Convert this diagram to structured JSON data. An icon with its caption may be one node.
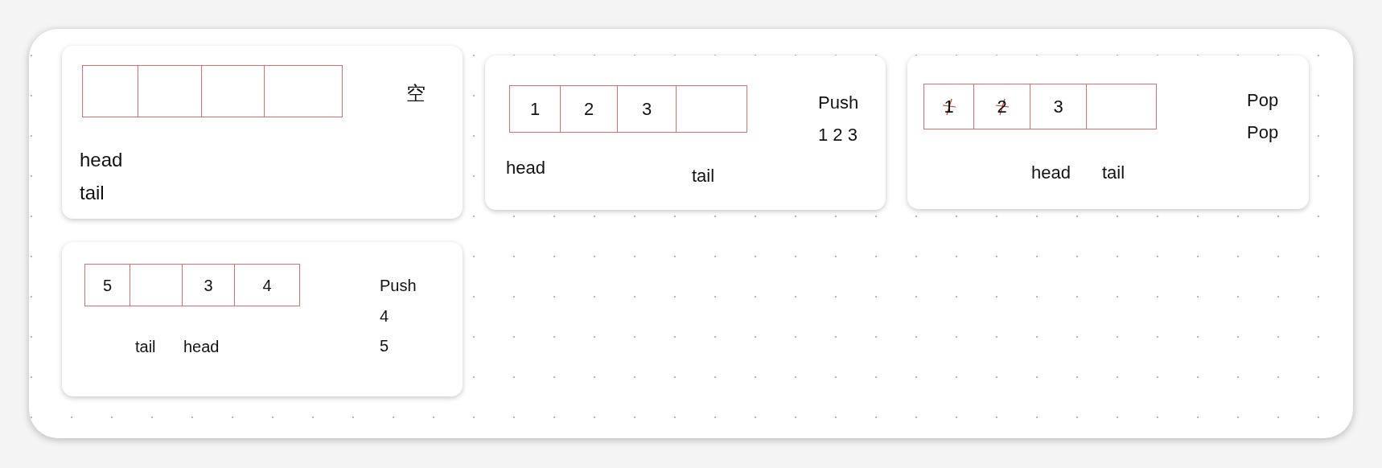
{
  "diagram": {
    "nodes": [
      {
        "text": [
          "空",
          "head",
          "tail"
        ]
      },
      {
        "text": [],
        "shape": "box",
        "in": 0
      },
      {
        "text": [],
        "shape": "box",
        "in": 0
      },
      {
        "text": [],
        "shape": "box",
        "in": 0
      },
      {
        "text": [],
        "shape": "box",
        "in": 0
      },
      {
        "text": [
          "Push",
          "1 2 3",
          "head",
          "tail"
        ]
      },
      {
        "text": [
          "1"
        ],
        "in": 5
      },
      {
        "text": [
          "2"
        ],
        "in": 5
      },
      {
        "text": [
          "3"
        ],
        "in": 5
      },
      {
        "text": [],
        "shape": "box",
        "in": 5
      },
      {
        "text": [
          "Pop",
          "Pop",
          "head",
          "tail"
        ]
      },
      {
        "text": [
          "1"
        ],
        "in": 10
      },
      {
        "text": [
          "2"
        ],
        "in": 10
      },
      {
        "text": [
          "3"
        ],
        "in": 10
      },
      {
        "text": [],
        "shape": "box",
        "in": 10
      },
      {
        "text": [
          "Push",
          "4",
          "tail",
          "head",
          "5"
        ]
      },
      {
        "text": [
          "5"
        ],
        "in": 15
      },
      {
        "text": [],
        "shape": "box",
        "in": 15
      },
      {
        "text": [
          "3"
        ],
        "in": 15
      },
      {
        "text": [
          "4"
        ],
        "in": 15
      }
    ]
  }
}
